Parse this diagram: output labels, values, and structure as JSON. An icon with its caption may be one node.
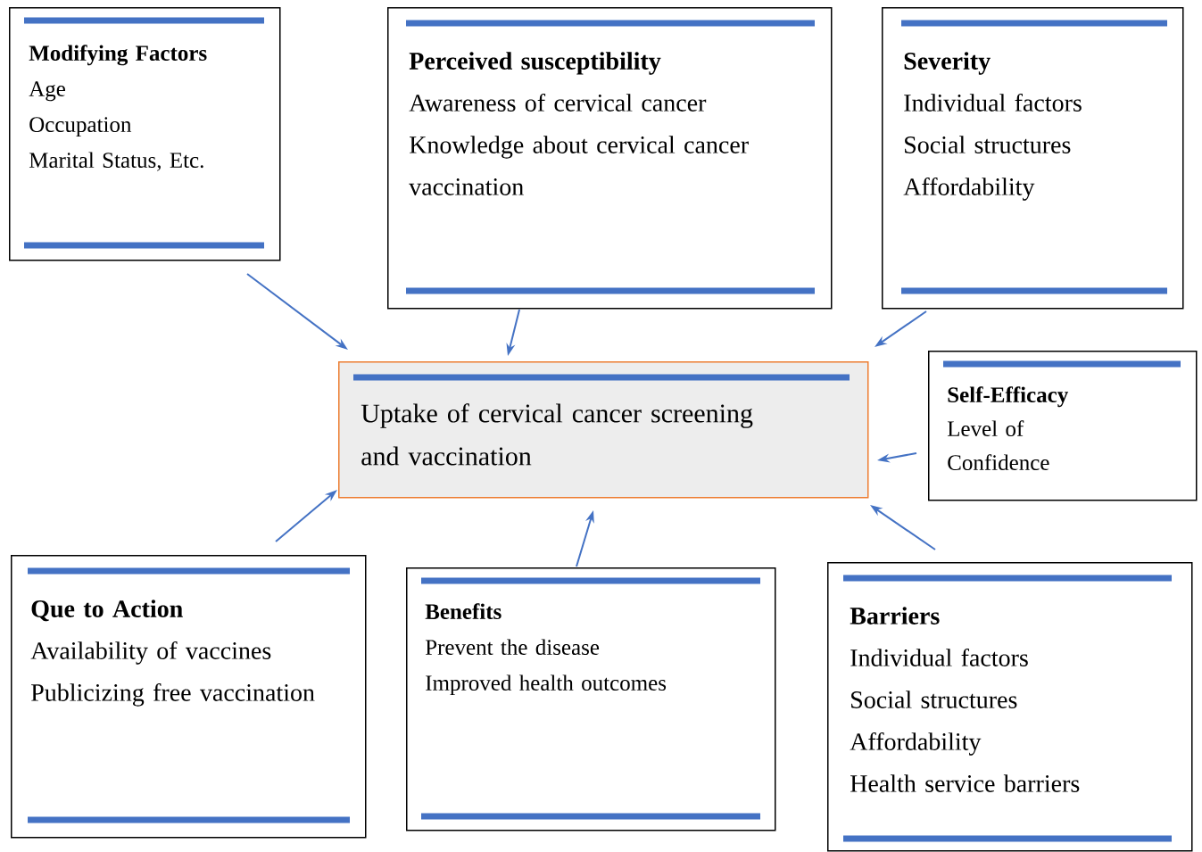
{
  "diagram": {
    "nodes": [
      {
        "text": [
          "Modifying Factors",
          "Age",
          "Occupation",
          "Marital Status, Etc."
        ]
      },
      {
        "text": [
          "Perceived susceptibility",
          "Awareness of cervical cancer",
          "Knowledge about cervical cancer vaccination"
        ]
      },
      {
        "text": [
          "Severity",
          "Individual factors",
          "Social structures",
          "Affordability"
        ]
      },
      {
        "text": [
          "Uptake of cervical cancer screening and vaccination"
        ]
      },
      {
        "text": [
          "Self-Efficacy",
          "Level of Confidence"
        ]
      },
      {
        "text": [
          "Que to Action",
          "Availability of vaccines",
          "Publicizing free vaccination"
        ]
      },
      {
        "text": [
          "Benefits",
          "Prevent the disease",
          "Improved health outcomes"
        ]
      },
      {
        "text": [
          "Barriers",
          "Individual factors",
          "Social structures",
          "Affordability",
          "Health service barriers"
        ]
      }
    ],
    "edges": [
      {
        "from": 0,
        "to": 3,
        "arrow": "to"
      },
      {
        "from": 1,
        "to": 3,
        "arrow": "to"
      },
      {
        "from": 2,
        "to": 3,
        "arrow": "to"
      },
      {
        "from": 4,
        "to": 3,
        "arrow": "to"
      },
      {
        "from": 5,
        "to": 3,
        "arrow": "to"
      },
      {
        "from": 6,
        "to": 3,
        "arrow": "to"
      },
      {
        "from": 7,
        "to": 3,
        "arrow": "to"
      }
    ]
  }
}
